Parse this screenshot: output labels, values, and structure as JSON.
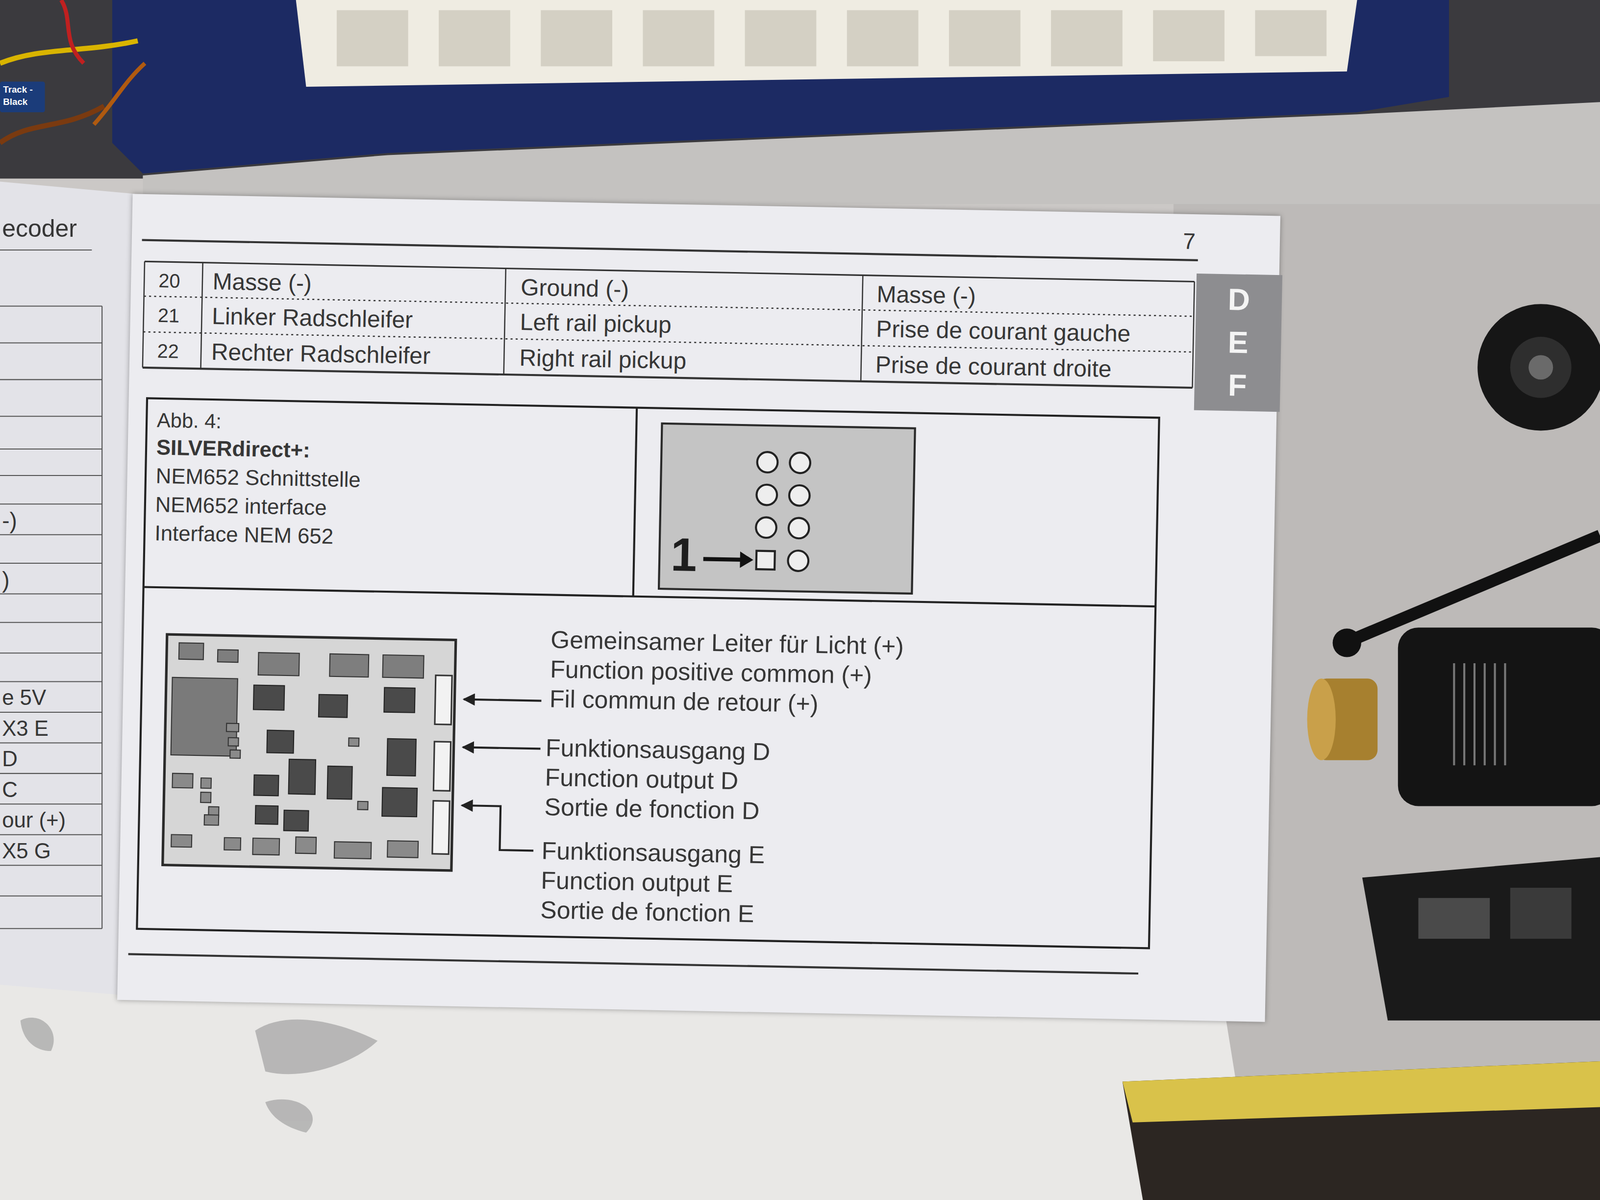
{
  "diagram": {
    "nodes": [
      {
        "text": [
          "D",
          "E",
          "F"
        ]
      },
      {
        "text": [
          "Abb. 4:",
          "SILVERdirect+:",
          "NEM652 Schnittstelle",
          "NEM652 interface",
          "Interface NEM 652"
        ]
      },
      {
        "text": [
          "1"
        ]
      }
    ],
    "labels": [
      "Track -",
      "Black",
      "ecoder",
      "-)",
      ")",
      "e 5V",
      "X3 E",
      "D",
      "C",
      "our (+)",
      "X5 G",
      "7",
      "20",
      "Masse (-)",
      "Ground (-)",
      "Masse (-)",
      "21",
      "Linker Radschleifer",
      "Left rail pickup",
      "Prise de courant gauche",
      "22",
      "Rechter Radschleifer",
      "Right rail pickup",
      "Prise de courant droite",
      "Gemeinsamer Leiter für Licht (+)",
      "Function positive common (+)",
      "Fil commun de retour (+)",
      "Funktionsausgang D",
      "Function output D",
      "Sortie de fonction D",
      "Funktionsausgang E",
      "Function output E",
      "Sortie de fonction E"
    ]
  }
}
